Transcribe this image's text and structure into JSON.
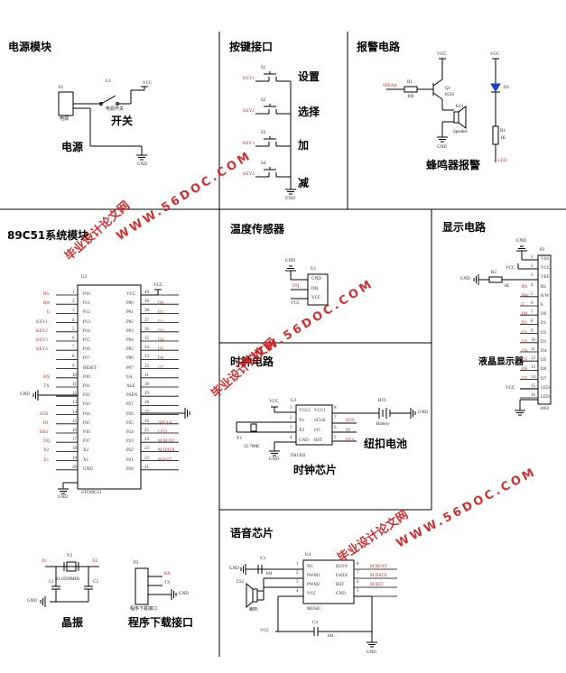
{
  "sections": {
    "power": "电源模块",
    "keys": "按键接口",
    "alarm": "报警电路",
    "mcu": "89C51系统模块",
    "temp": "温度传感器",
    "display": "显示电路",
    "clock": "时钟电路",
    "voice": "语音芯片"
  },
  "power": {
    "connector_ref": "P1",
    "connector_name": "电源",
    "switch_ref": "L1",
    "switch_name": "电源开关",
    "vcc": "VCC",
    "gnd": "GND",
    "label_power": "电源",
    "label_switch": "开关"
  },
  "keys": {
    "refs": [
      "S1",
      "S2",
      "S3",
      "S4"
    ],
    "nets": [
      "KEY1",
      "KEY2",
      "KEY3",
      "KEY4"
    ],
    "labels": [
      "设置",
      "选择",
      "加",
      "减"
    ],
    "gnd": "GND"
  },
  "alarm": {
    "signal": "SPEAK",
    "r_ref": "R1",
    "r_val": "100",
    "q_ref": "Q1",
    "q_val": "8550",
    "spk_ref": "LS1",
    "spk_name": "Speaker",
    "vcc1": "VCC",
    "vcc2": "VCC",
    "gnd": "GND",
    "led_ref": "D1",
    "r2_ref": "R2",
    "r2_val": "1K",
    "led_net": "LED",
    "caption": "蜂鸣器报警"
  },
  "mcu": {
    "ref": "U2",
    "part": "STC89C51",
    "vcc": "VCC",
    "gnd1": "GND",
    "gnd2": "GND",
    "left_pins": [
      {
        "net": "RS",
        "num": "1",
        "name": "P10"
      },
      {
        "net": "RW",
        "num": "2",
        "name": "P11"
      },
      {
        "net": "E",
        "num": "3",
        "name": "P12"
      },
      {
        "net": "KEY1",
        "num": "4",
        "name": "P13"
      },
      {
        "net": "KEY2",
        "num": "5",
        "name": "P14"
      },
      {
        "net": "KEY3",
        "num": "6",
        "name": "P15"
      },
      {
        "net": "KEY4",
        "num": "7",
        "name": "P16"
      },
      {
        "net": "",
        "num": "8",
        "name": "P17"
      },
      {
        "net": "",
        "num": "9",
        "name": "RESET"
      },
      {
        "net": "RX",
        "num": "10",
        "name": "P30"
      },
      {
        "net": "TX",
        "num": "11",
        "name": "P31"
      },
      {
        "net": "",
        "num": "12",
        "name": "P32"
      },
      {
        "net": "",
        "num": "13",
        "name": "P33"
      },
      {
        "net": "SCK",
        "num": "14",
        "name": "P34"
      },
      {
        "net": "IO",
        "num": "15",
        "name": "P35"
      },
      {
        "net": "RES",
        "num": "16",
        "name": "P36"
      },
      {
        "net": "DQ",
        "num": "17",
        "name": "P37"
      },
      {
        "net": "X2",
        "num": "18",
        "name": "X2"
      },
      {
        "net": "X1",
        "num": "19",
        "name": "X1"
      },
      {
        "net": "",
        "num": "20",
        "name": "GND"
      }
    ],
    "right_pins": [
      {
        "name": "VCC",
        "num": "40",
        "net": ""
      },
      {
        "name": "P00",
        "num": "39",
        "net": "D0"
      },
      {
        "name": "P01",
        "num": "38",
        "net": "D1"
      },
      {
        "name": "P02",
        "num": "37",
        "net": "D2"
      },
      {
        "name": "P03",
        "num": "36",
        "net": "D3"
      },
      {
        "name": "P04",
        "num": "35",
        "net": "D4"
      },
      {
        "name": "P05",
        "num": "34",
        "net": "D5"
      },
      {
        "name": "P06",
        "num": "33",
        "net": "D6"
      },
      {
        "name": "P07",
        "num": "32",
        "net": "D7"
      },
      {
        "name": "EA",
        "num": "31",
        "net": ""
      },
      {
        "name": "ALE",
        "num": "30",
        "net": ""
      },
      {
        "name": "PSEN",
        "num": "29",
        "net": ""
      },
      {
        "name": "P27",
        "num": "28",
        "net": ""
      },
      {
        "name": "P26",
        "num": "27",
        "net": ""
      },
      {
        "name": "P25",
        "num": "26",
        "net": "SPEAK"
      },
      {
        "name": "P24",
        "num": "25",
        "net": "LED"
      },
      {
        "name": "P23",
        "num": "24",
        "net": "M BUSY"
      },
      {
        "name": "P22",
        "num": "23",
        "net": "M DATA"
      },
      {
        "name": "P21",
        "num": "22",
        "net": "M RST"
      },
      {
        "name": "P20",
        "num": "21",
        "net": ""
      }
    ]
  },
  "temp": {
    "ref": "U1",
    "pins": [
      "GND",
      "DQ",
      "VCC"
    ],
    "nets": {
      "gnd": "GND",
      "dq": "DQ",
      "vcc": "VCC"
    }
  },
  "display": {
    "ref": "P2",
    "part": "1602",
    "r_ref": "R3",
    "r_val": "1K",
    "gnd1": "GND",
    "gnd2": "GND",
    "vcc1": "VCC",
    "vcc2": "VCC",
    "pins": [
      {
        "name": "VSS",
        "num": "1",
        "net": ""
      },
      {
        "name": "VCC",
        "num": "2",
        "net": ""
      },
      {
        "name": "VEE",
        "num": "3",
        "net": ""
      },
      {
        "name": "RS",
        "num": "4",
        "net": "RS"
      },
      {
        "name": "R/W",
        "num": "5",
        "net": "RW"
      },
      {
        "name": "E",
        "num": "6",
        "net": "E"
      },
      {
        "name": "D0",
        "num": "7",
        "net": "D0"
      },
      {
        "name": "D1",
        "num": "8",
        "net": "D1"
      },
      {
        "name": "D2",
        "num": "9",
        "net": "D2"
      },
      {
        "name": "D3",
        "num": "10",
        "net": "D3"
      },
      {
        "name": "D4",
        "num": "11",
        "net": "D4"
      },
      {
        "name": "D5",
        "num": "12",
        "net": "D5"
      },
      {
        "name": "D6",
        "num": "13",
        "net": "D6"
      },
      {
        "name": "D7",
        "num": "14",
        "net": "D7"
      },
      {
        "name": "LED+",
        "num": "15",
        "net": ""
      },
      {
        "name": "LED-",
        "num": "16",
        "net": ""
      }
    ],
    "caption": "液晶显示器"
  },
  "clock": {
    "ref": "U3",
    "part": "DS1302",
    "vcc": "VCC",
    "gnd": "GND",
    "left_pins": [
      {
        "num": "1",
        "name": "VCC2"
      },
      {
        "num": "2",
        "name": "X1"
      },
      {
        "num": "3",
        "name": "X2"
      },
      {
        "num": "4",
        "name": "GND"
      }
    ],
    "right_pins": [
      {
        "name": "VCC1",
        "num": "8",
        "net": ""
      },
      {
        "name": "SCLK",
        "num": "7",
        "net": "SCK"
      },
      {
        "name": "I/O",
        "num": "6",
        "net": "IO"
      },
      {
        "name": "RST",
        "num": "5",
        "net": "RES"
      }
    ],
    "xtal_ref": "Y1",
    "xtal_val": "32.768K",
    "bat_ref": "BT1",
    "bat_name": "Battery",
    "bat_gnd": "GND",
    "caption_chip": "时钟芯片",
    "caption_bat": "纽扣电池"
  },
  "crystal": {
    "ref": "Y2",
    "value": "11.0592MHz",
    "c1": "C1",
    "c2": "C2",
    "x1": "X1",
    "x2": "X2",
    "gnd": "GND",
    "caption": "晶振"
  },
  "prog": {
    "ref": "P3",
    "name": "程序下载接口",
    "nets": [
      "RX",
      "TX"
    ],
    "gnd": "GND",
    "caption": "程序下载接口"
  },
  "voice": {
    "ref": "U4",
    "part": "MUSIC",
    "c3": "C3",
    "c3_val": "104",
    "c4": "C4",
    "c4_val": "104",
    "ls": "LS2",
    "ls_name": "喇叭",
    "gnd1": "GND",
    "gnd2": "GND",
    "vcc": "VCC",
    "left_pins": [
      {
        "num": "1",
        "name": "NC"
      },
      {
        "num": "2",
        "name": "PWM1"
      },
      {
        "num": "3",
        "name": "PWM2"
      },
      {
        "num": "4",
        "name": "VCC"
      }
    ],
    "right_pins": [
      {
        "name": "BUSY",
        "num": "8",
        "net": "M BUSY"
      },
      {
        "name": "DATA",
        "num": "7",
        "net": "M DATA"
      },
      {
        "name": "RST",
        "num": "6",
        "net": "M RST"
      },
      {
        "name": "GND",
        "num": "5",
        "net": ""
      }
    ]
  },
  "watermark": {
    "line1": "毕业设计论文网",
    "line2": "WWW.56DOC.COM"
  }
}
